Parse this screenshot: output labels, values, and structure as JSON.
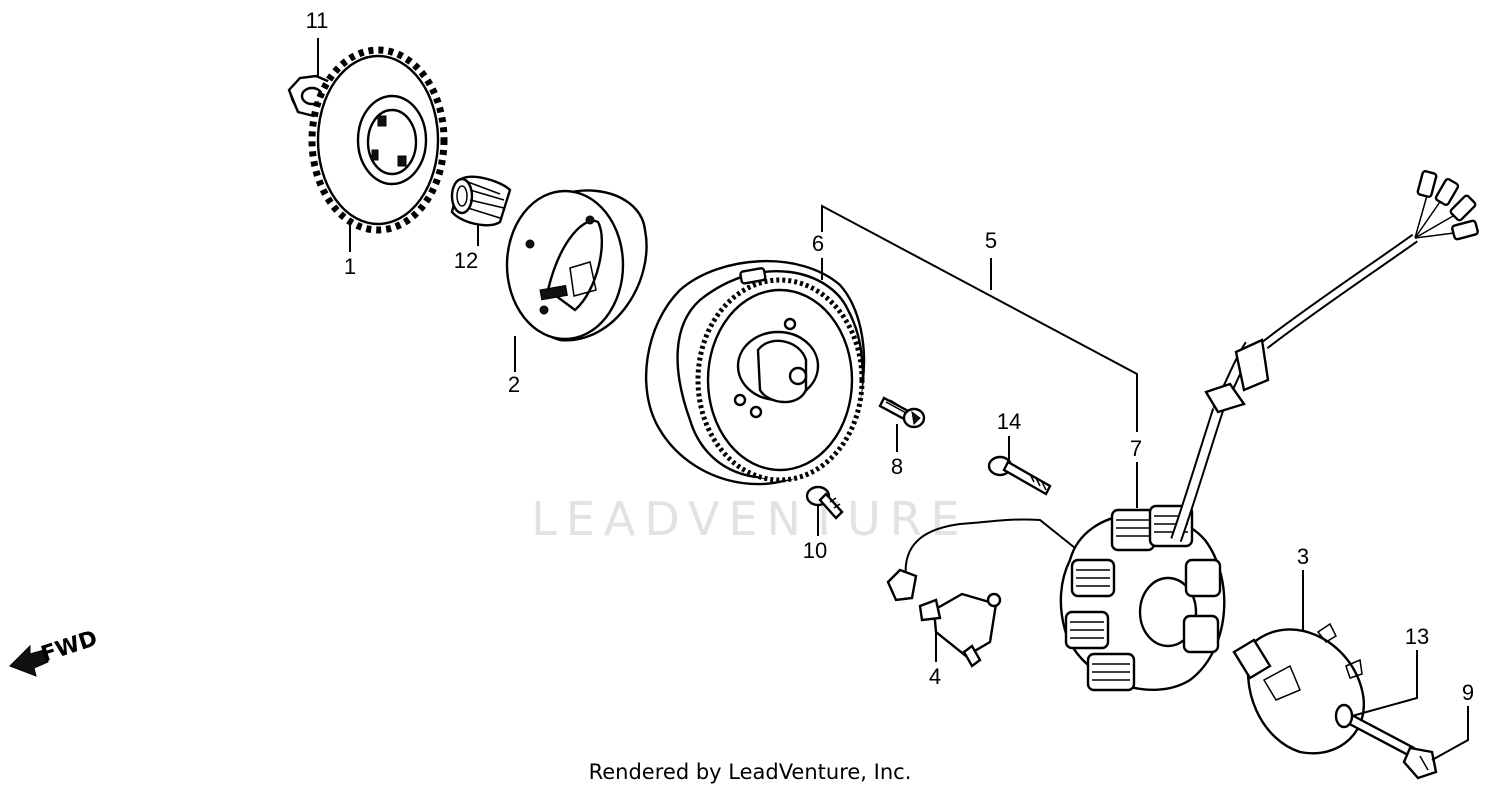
{
  "diagram": {
    "watermark": "LEADVENTURE",
    "fwd_label": "FWD",
    "credit": "Rendered by LeadVenture, Inc.",
    "callouts": {
      "c1": "1",
      "c2": "2",
      "c3": "3",
      "c4": "4",
      "c5": "5",
      "c6": "6",
      "c7": "7",
      "c8": "8",
      "c9": "9",
      "c10": "10",
      "c11": "11",
      "c12": "12",
      "c13": "13",
      "c14": "14"
    }
  }
}
